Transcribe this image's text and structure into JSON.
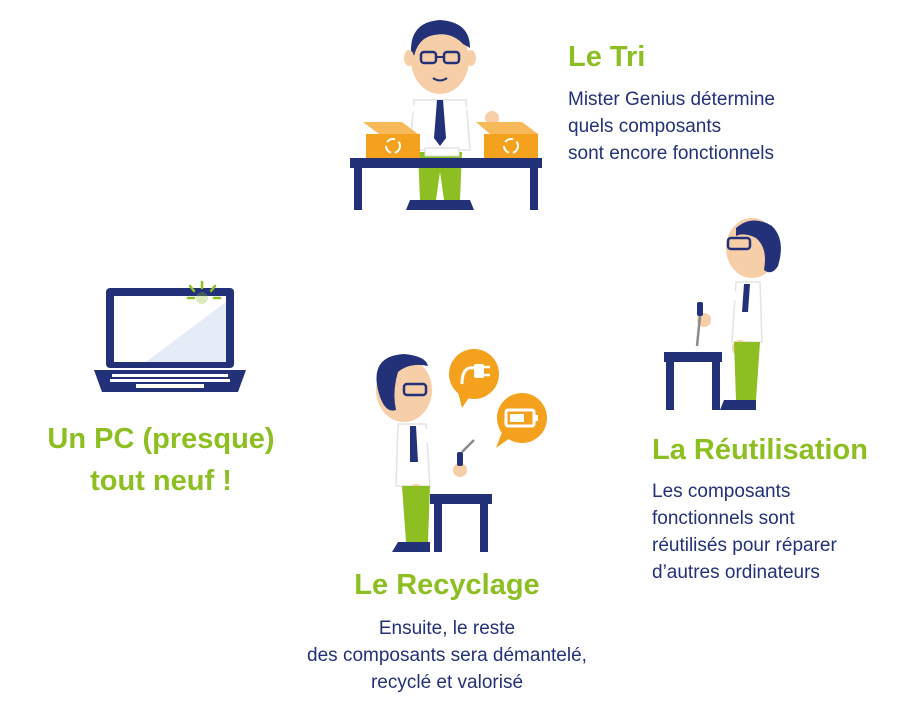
{
  "steps": {
    "tri": {
      "title": "Le Tri",
      "lines": [
        "Mister Genius détermine",
        "quels composants",
        "sont encore fonctionnels"
      ]
    },
    "reutilisation": {
      "title": "La Réutilisation",
      "lines": [
        "Les composants",
        "fonctionnels sont",
        "réutilisés pour réparer",
        "d’autres ordinateurs"
      ]
    },
    "recyclage": {
      "title": "Le Recyclage",
      "lines": [
        "Ensuite, le reste",
        "des composants sera démantelé,",
        "recyclé et valorisé"
      ]
    },
    "pc": {
      "title_line1": "Un PC (presque)",
      "title_line2": "tout neuf !"
    }
  },
  "colors": {
    "green": "#8ebf22",
    "navy": "#233178",
    "orange": "#f4a11e",
    "skin": "#f6cfa8"
  },
  "icons": [
    "laptop-icon",
    "plug-icon",
    "battery-icon",
    "recycle-icon",
    "screwdriver-icon"
  ]
}
